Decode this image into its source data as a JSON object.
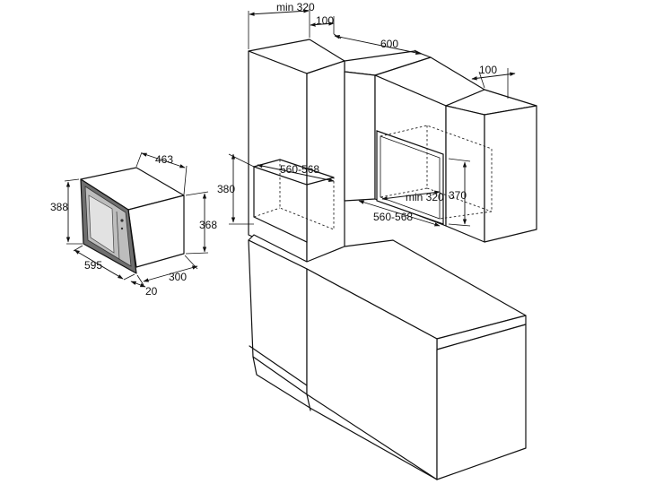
{
  "dimensions": {
    "mw_height": "388",
    "mw_depth": "463",
    "mw_inner_height": "368",
    "mw_width": "595",
    "mw_frame": "20",
    "mw_body_depth": "300",
    "col_min_width": "min 320",
    "col_offset": "100",
    "col_depth": "600",
    "wall_offset": "100",
    "col_niche_width": "560-568",
    "col_niche_height": "380",
    "wall_niche_width": "560-568",
    "wall_niche_min": "min 320",
    "wall_niche_height": "370"
  }
}
